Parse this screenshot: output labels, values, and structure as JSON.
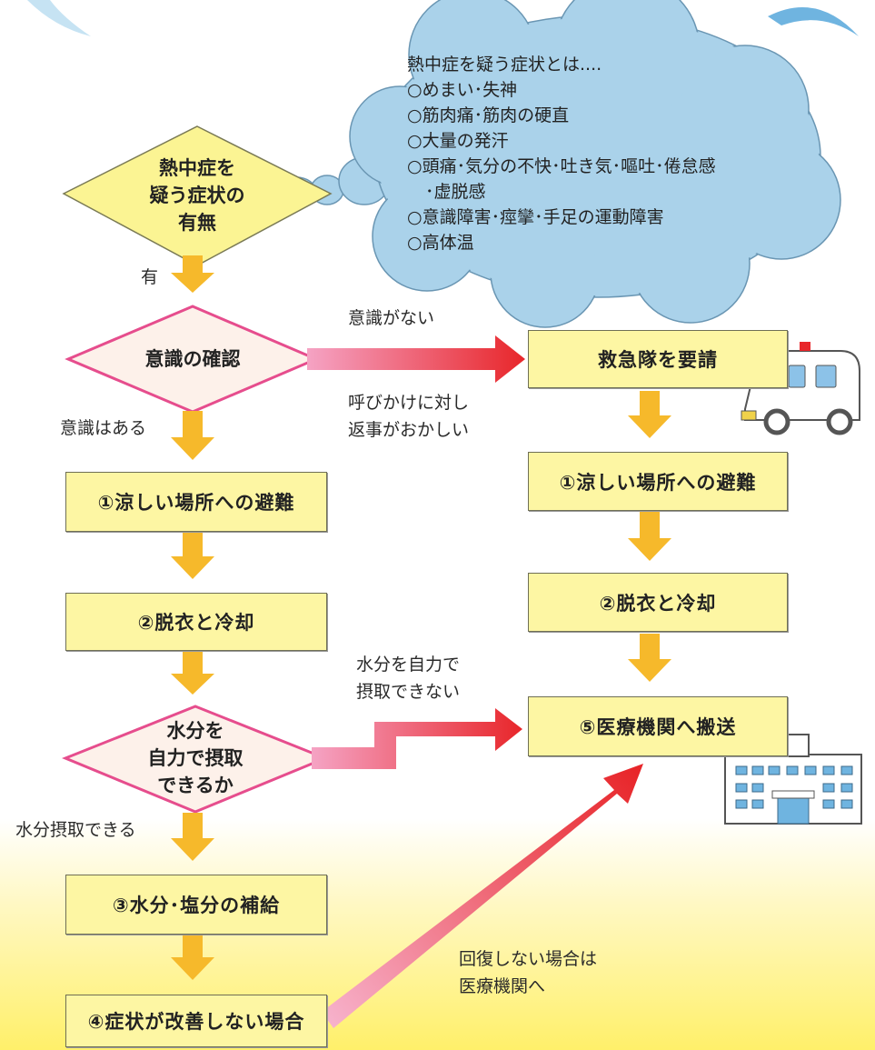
{
  "cloud": {
    "title": "熱中症を疑う症状とは....",
    "items": [
      "○めまい･失神",
      "○筋肉痛･筋肉の硬直",
      "○大量の発汗",
      "○頭痛･気分の不快･吐き気･嘔吐･倦怠感",
      "･虚脱感",
      "○意識障害･痙攣･手足の運動障害",
      "○高体温"
    ]
  },
  "decisions": {
    "suspect": [
      "熱中症を",
      "疑う症状の",
      "有無"
    ],
    "consciousness": "意識の確認",
    "water": [
      "水分を",
      "自力で摂取",
      "できるか"
    ]
  },
  "left_steps": {
    "step1": "①涼しい場所への避難",
    "step2": "②脱衣と冷却",
    "step3": "③水分･塩分の補給",
    "step4": "④症状が改善しない場合"
  },
  "right_steps": {
    "call": "救急隊を要請",
    "step1": "①涼しい場所への避難",
    "step2": "②脱衣と冷却",
    "step5": "⑤医療機関へ搬送"
  },
  "labels": {
    "yes": "有",
    "no_consciousness": "意識がない",
    "strange_response": [
      "呼びかけに対し",
      "返事がおかしい"
    ],
    "conscious": "意識はある",
    "cannot_drink": [
      "水分を自力で",
      "摂取できない"
    ],
    "can_drink": "水分摂取できる",
    "no_recovery": [
      "回復しない場合は",
      "医療機関へ"
    ]
  },
  "colors": {
    "box_fill": "#fdf6a3",
    "diamond_yellow": "#fbf493",
    "diamond_pink_fill": "#fdf1ea",
    "diamond_pink_border": "#e64d8d",
    "arrow_orange": "#f6b92b",
    "arrow_red": "#e8262a",
    "arrow_pink": "#f5a3c4",
    "cloud": "#aad2ea"
  }
}
